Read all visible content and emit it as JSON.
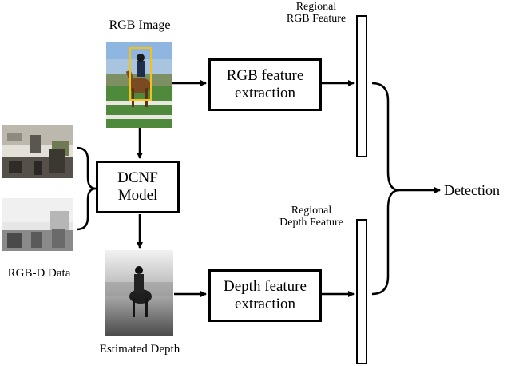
{
  "labels": {
    "rgb_image": "RGB Image",
    "rgbd_data": "RGB-D Data",
    "estimated_depth": "Estimated Depth",
    "regional_rgb_feature_line1": "Regional",
    "regional_rgb_feature_line2": "RGB Feature",
    "regional_depth_feature_line1": "Regional",
    "regional_depth_feature_line2": "Depth Feature",
    "detection": "Detection"
  },
  "boxes": {
    "rgb_feature_line1": "RGB feature",
    "rgb_feature_line2": "extraction",
    "dcnf_line1": "DCNF",
    "dcnf_line2": "Model",
    "depth_feature_line1": "Depth feature",
    "depth_feature_line2": "extraction"
  },
  "colors": {
    "line": "#000000",
    "sky": "#8fb6e0",
    "grass": "#4f8a3c",
    "bbox": "#f2c21b"
  }
}
